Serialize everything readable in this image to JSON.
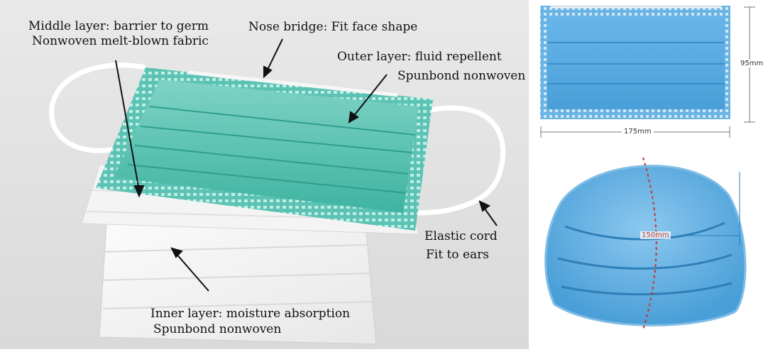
{
  "labels": {
    "middle_layer_line1": "Middle layer: barrier to germ",
    "middle_layer_line2": "Nonwoven melt-blown fabric",
    "nose_bridge": "Nose bridge: Fit face shape",
    "outer_layer_line1": "Outer layer: fluid repellent",
    "outer_layer_line2": "Spunbond nonwoven",
    "elastic_line1": "Elastic cord",
    "elastic_line2": "Fit to ears",
    "inner_layer_line1": "Inner layer: moisture absorption",
    "inner_layer_line2": "Spunbond nonwoven"
  },
  "dimensions": {
    "width": "175mm",
    "height": "95mm",
    "depth": "150mm"
  },
  "colors": {
    "mask_green": "#5cc3b4",
    "mask_blue": "#5aa9dd",
    "background": "#e2e2e2"
  }
}
